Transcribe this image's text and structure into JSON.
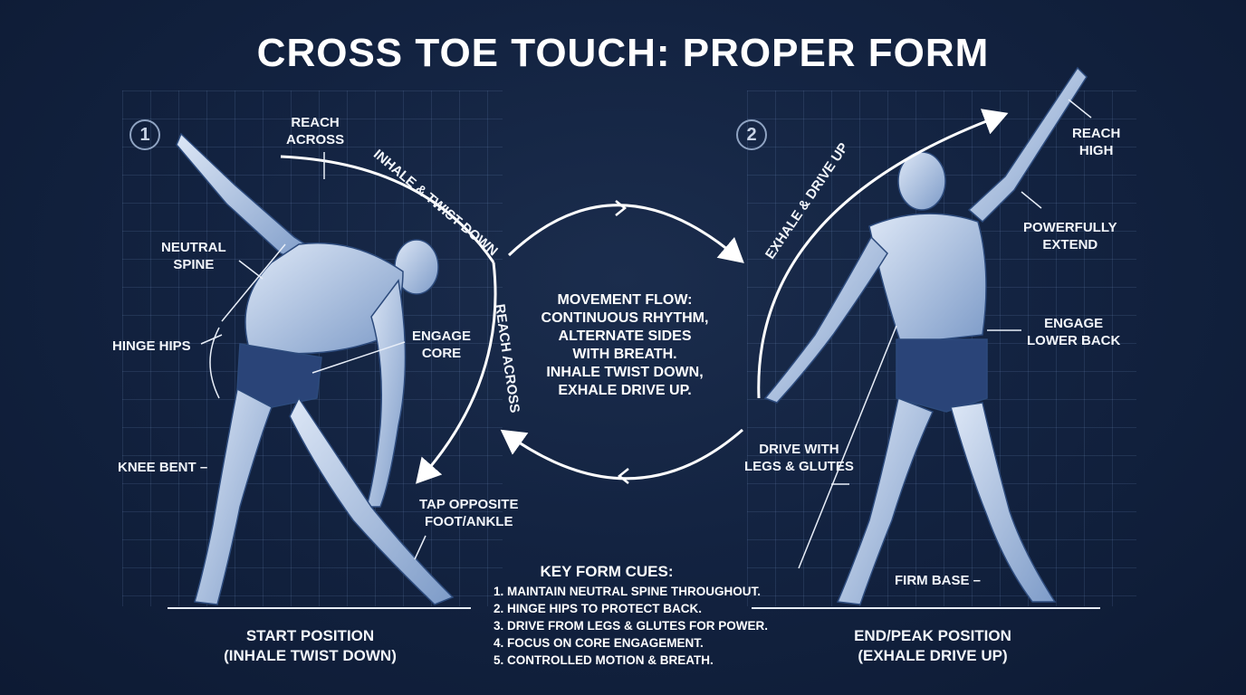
{
  "title": "CROSS TOE TOUCH: PROPER FORM",
  "left": {
    "step": "1",
    "caption_line1": "START POSITION",
    "caption_line2": "(INHALE TWIST DOWN)",
    "labels": {
      "reach_across_1": "REACH",
      "reach_across_2": "ACROSS",
      "neutral_spine_1": "NEUTRAL",
      "neutral_spine_2": "SPINE",
      "hinge_hips": "HINGE HIPS",
      "engage_core_1": "ENGAGE",
      "engage_core_2": "CORE",
      "knee_bent": "KNEE BENT –",
      "tap_1": "TAP OPPOSITE",
      "tap_2": "FOOT/ANKLE"
    },
    "arc_text_1": "INHALE & TWIST DOWN",
    "arc_text_2": "REACH ACROSS"
  },
  "right": {
    "step": "2",
    "caption_line1": "END/PEAK POSITION",
    "caption_line2": "(EXHALE DRIVE UP)",
    "labels": {
      "reach_high_1": "REACH",
      "reach_high_2": "HIGH",
      "powerfully_1": "POWERFULLY",
      "powerfully_2": "EXTEND",
      "engage_lower_1": "ENGAGE",
      "engage_lower_2": "LOWER BACK",
      "drive_1": "DRIVE WITH",
      "drive_2": "LEGS & GLUTES",
      "firm_base": "FIRM BASE –"
    },
    "arc_text": "EXHALE & DRIVE UP"
  },
  "flow": {
    "line1": "MOVEMENT FLOW:",
    "line2": "CONTINUOUS RHYTHM,",
    "line3": "ALTERNATE SIDES",
    "line4": "WITH BREATH.",
    "line5": "INHALE TWIST DOWN,",
    "line6": "EXHALE DRIVE UP."
  },
  "cues": {
    "heading": "KEY FORM CUES:",
    "items": [
      "1. MAINTAIN NEUTRAL SPINE THROUGHOUT.",
      "2. HINGE HIPS TO PROTECT BACK.",
      "3. DRIVE FROM LEGS & GLUTES FOR POWER.",
      "4. FOCUS ON CORE ENGAGEMENT.",
      "5. CONTROLLED MOTION & BREATH."
    ]
  },
  "colors": {
    "background": "#132341",
    "figure_skin": "#c9d8ee",
    "figure_shade": "#6f8fbf",
    "shorts": "#2a4478",
    "accent_line": "#ffffff"
  }
}
